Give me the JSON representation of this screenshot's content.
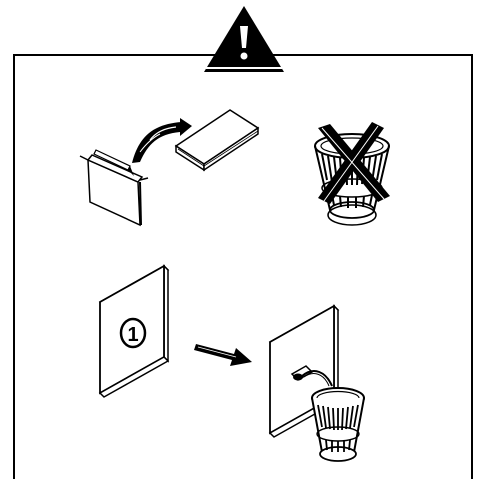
{
  "figure": {
    "frame": "instruction-panel",
    "warning_symbol": "warning-triangle-icon",
    "number_badge": "1",
    "panels": [
      {
        "name": "top-left",
        "icon": "folder-to-document-icon"
      },
      {
        "name": "top-right",
        "icon": "crossed-wastebasket-icon"
      },
      {
        "name": "bottom-left",
        "icon": "numbered-panel-icon"
      },
      {
        "name": "bottom-right",
        "icon": "panel-to-wastebasket-icon"
      }
    ],
    "stroke_color": "#000000",
    "fill_color": "#ffffff"
  }
}
